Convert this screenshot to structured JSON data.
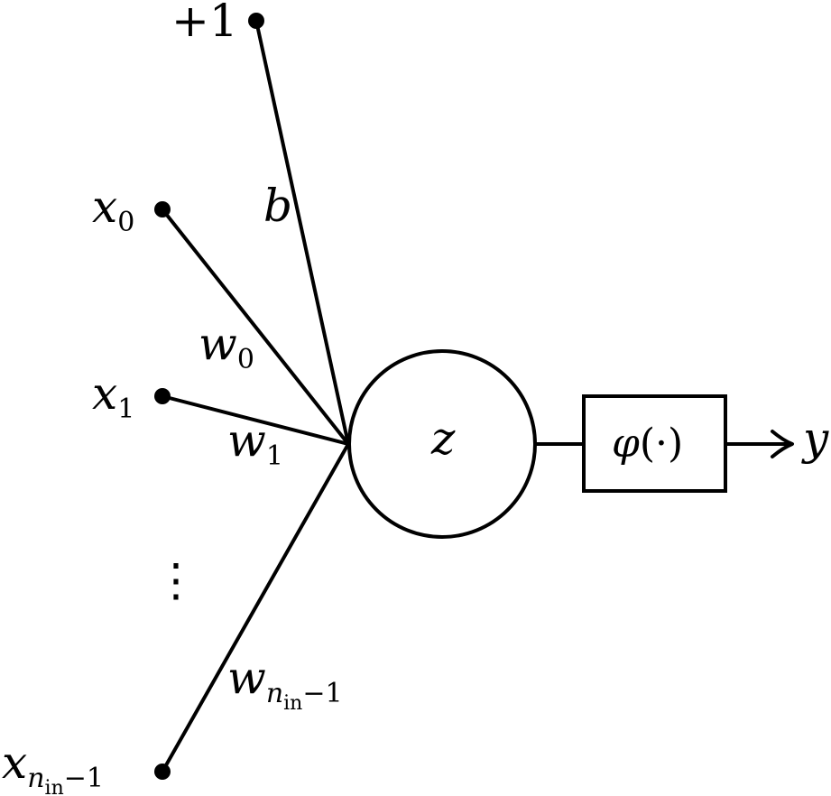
{
  "colors": {
    "stroke": "#000000",
    "background": "#ffffff"
  },
  "bias": {
    "input_label": "+1",
    "weight_label": "b"
  },
  "inputs": [
    {
      "var": "x",
      "sub": "0",
      "weight_var": "w",
      "weight_sub": "0"
    },
    {
      "var": "x",
      "sub": "1",
      "weight_var": "w",
      "weight_sub": "1"
    }
  ],
  "ellipsis": "⋮",
  "last_input": {
    "var": "x",
    "sub_var": "n",
    "sub_sub": "in",
    "sub_tail": "−1",
    "weight_var": "w",
    "weight_sub_var": "n",
    "weight_sub_sub": "in",
    "weight_sub_tail": "−1"
  },
  "neuron": {
    "label": "z"
  },
  "activation": {
    "func": "φ",
    "args": "(·)"
  },
  "output": {
    "label": "y"
  }
}
